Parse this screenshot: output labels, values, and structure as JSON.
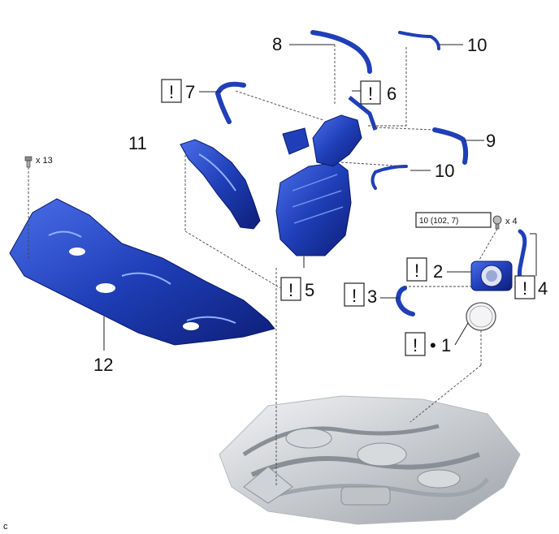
{
  "callouts": {
    "p1": "1",
    "p2": "2",
    "p3": "3",
    "p4": "4",
    "p5": "5",
    "p6": "6",
    "p7": "7",
    "p8": "8",
    "p9": "9",
    "p10a": "10",
    "p10b": "10",
    "p11": "11",
    "p12": "12"
  },
  "warning_symbol": "!",
  "bullet_symbol": "•",
  "torque_spec": "10 (102, 7)",
  "bolt_qty_4": "x 4",
  "clip_qty_13": "x 13",
  "corner_code": "c",
  "colors": {
    "part_blue": "#1f3fb8",
    "part_dark": "#0d1e78",
    "engine_gray": "#c9ccd0"
  }
}
